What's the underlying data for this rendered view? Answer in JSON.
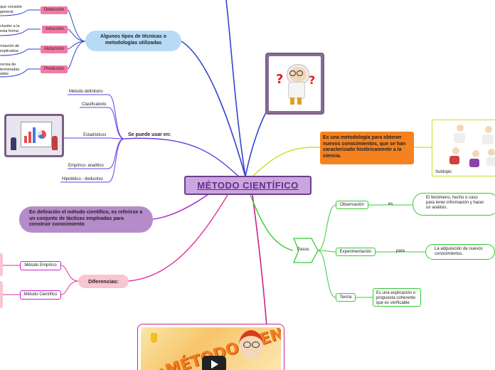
{
  "central": {
    "title": "MÉTODO CIENTÍFICO"
  },
  "tecnicas": {
    "label": "Algunos tipos de técnicas o metodologías utilizadas",
    "items": [
      {
        "tag": "Deducción",
        "text": "que consiste general"
      },
      {
        "tag": "Inducción",
        "text": "clusión a la esta forma"
      },
      {
        "tag": "Abducción",
        "text": "rmación de explicativa"
      },
      {
        "tag": "Predicción",
        "text": "recisa de terminadas adas"
      }
    ]
  },
  "usos": {
    "label": "Se puede usar en:",
    "items": [
      "Método definitorio",
      "Clasificatorio",
      "Estadísticos",
      "Empírico- analítico",
      "Hipotético - deductivo"
    ]
  },
  "definicion": {
    "text": "En definición el método científico, es referirse a un conjunto de tácticas empleadas para construir conocimiento"
  },
  "diferencias": {
    "label": "Diferencias:",
    "items": [
      "Método Empírico",
      "Método Científico"
    ]
  },
  "descripcion": {
    "text": "Es una metodología para obtener nuevos conocimientos, que se han caracterizado históricamente a la ciencia."
  },
  "subtopic": {
    "label": "Subtopic"
  },
  "pasos": {
    "label": "Pasos",
    "items": [
      {
        "step": "Observación",
        "connector": "es",
        "detail": "El fenómeno, hecho o caso para tener información y hacer un análisis."
      },
      {
        "step": "Experimentación",
        "connector": "para",
        "detail": "La adquisición de nuevos conocimientos."
      },
      {
        "step": "Teoría",
        "connector": "",
        "detail": "Es una explicación o propuesta coherente que es verificable"
      }
    ]
  },
  "video": {
    "title_text": "¿MÉTODO CIENTÍFICO?"
  },
  "colors": {
    "central_fill": "#c9a7de",
    "central_border": "#6e3d8e",
    "central_text": "#6a2a8e",
    "tecnicas_fill": "#b7dbf5",
    "definicion_fill": "#b58cc9",
    "diferencias_fill": "#f8c5d2",
    "descripcion_fill": "#f5821f",
    "green": "#33cc33",
    "magenta": "#cc22cc",
    "blue_line": "#3344cc"
  }
}
